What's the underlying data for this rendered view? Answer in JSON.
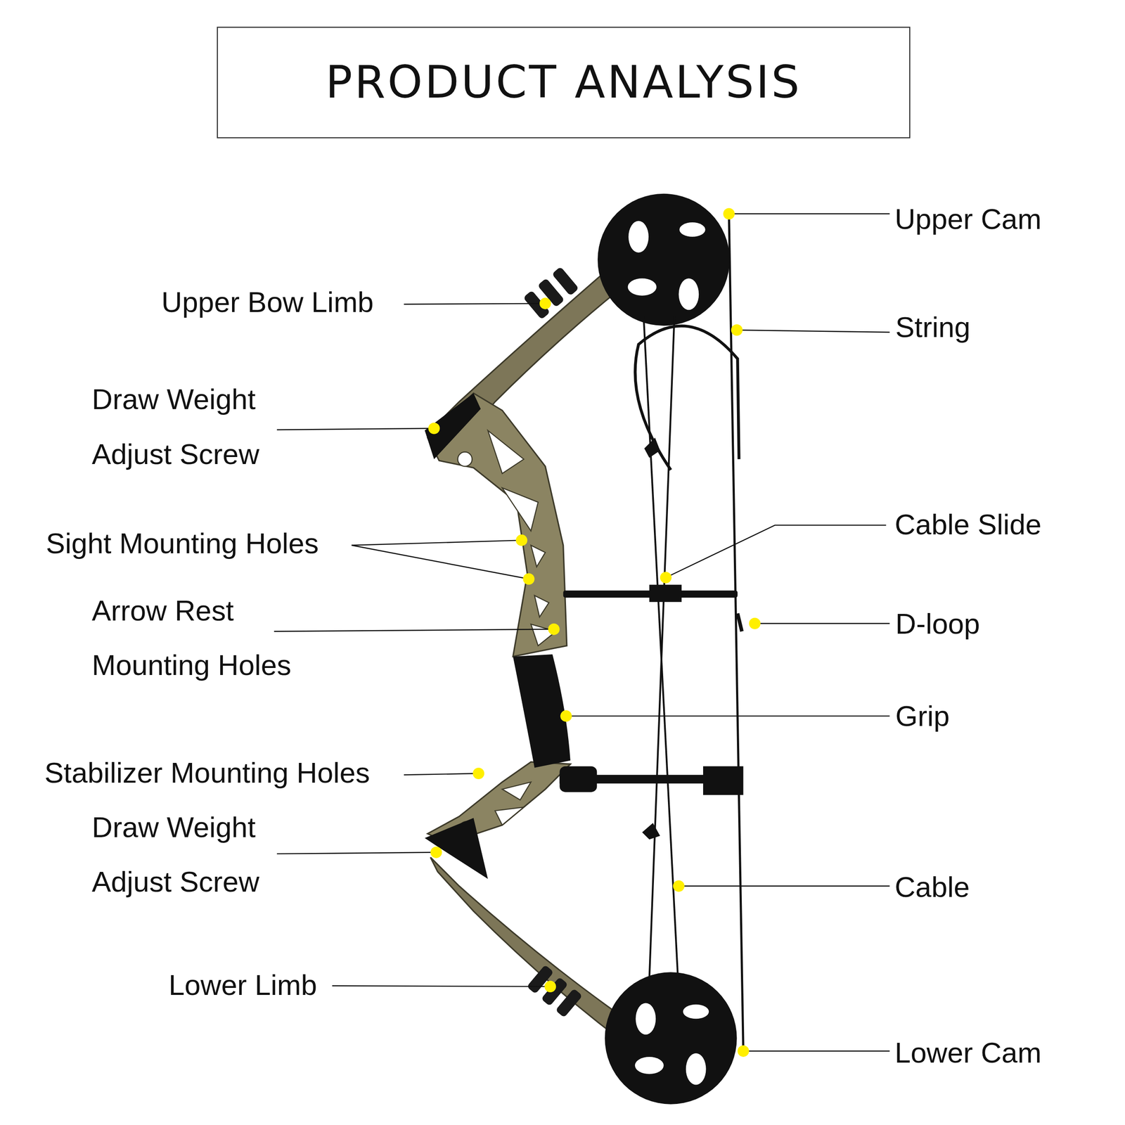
{
  "diagram": {
    "title": "PRODUCT ANALYSIS",
    "labels": [
      "Upper Cam",
      "Upper Bow Limb",
      "String",
      "Draw Weight Adjust Screw",
      "Cable Slide",
      "Sight Mounting Holes",
      "D-loop",
      "Arrow Rest Mounting Holes",
      "Grip",
      "Stabilizer Mounting Holes",
      "Draw Weight Adjust Screw",
      "Cable",
      "Lower Limb",
      "Lower Cam"
    ]
  }
}
